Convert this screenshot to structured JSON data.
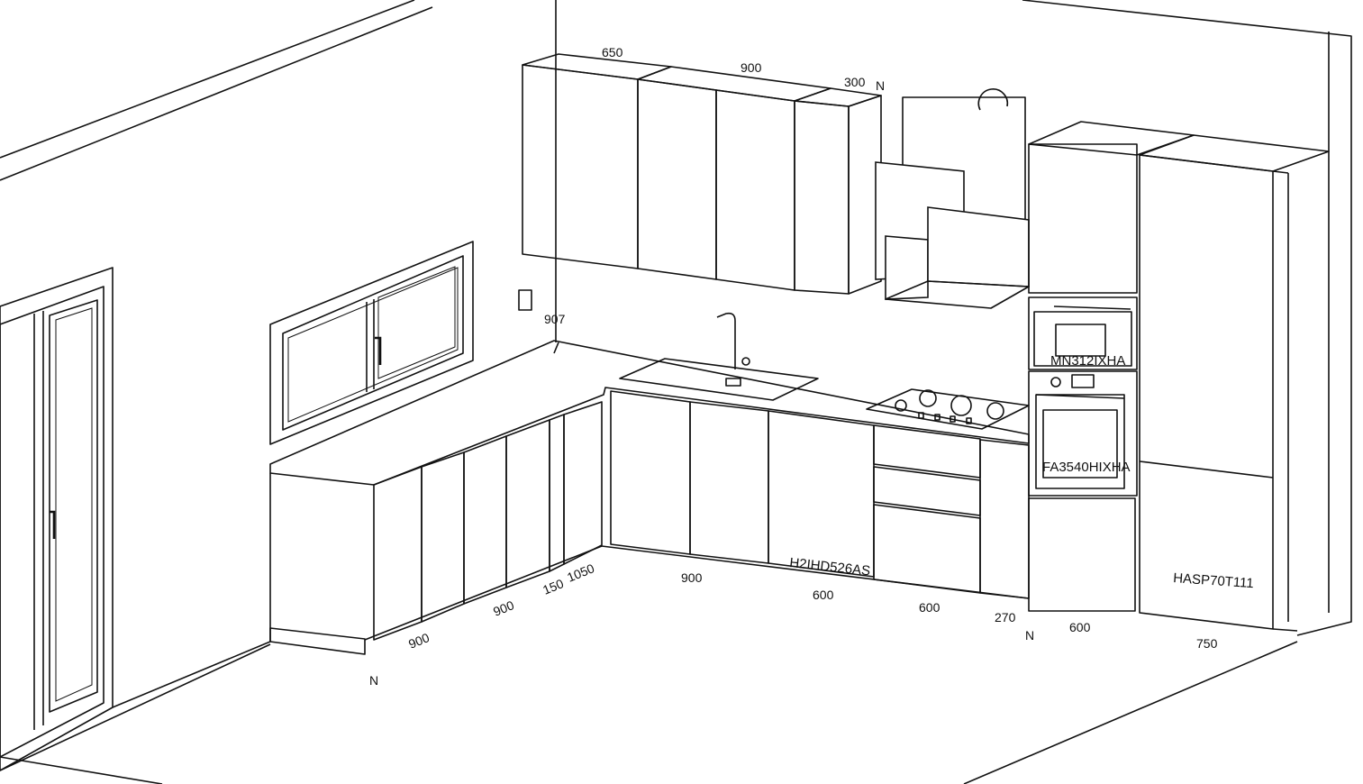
{
  "dimensions": {
    "upper": [
      "650",
      "900",
      "300"
    ],
    "upper_note": "N",
    "height_mark": "907",
    "left_run": [
      "900",
      "900",
      "150",
      "1050"
    ],
    "left_note": "N",
    "back_run": [
      "900",
      "600",
      "600",
      "270",
      "600",
      "750"
    ],
    "back_note": "N"
  },
  "appliances": {
    "dishwasher": "H2IHD526AS",
    "microwave": "MN312IXHA",
    "oven": "FA3540HIXHA",
    "fridge": "HASP70T111"
  }
}
